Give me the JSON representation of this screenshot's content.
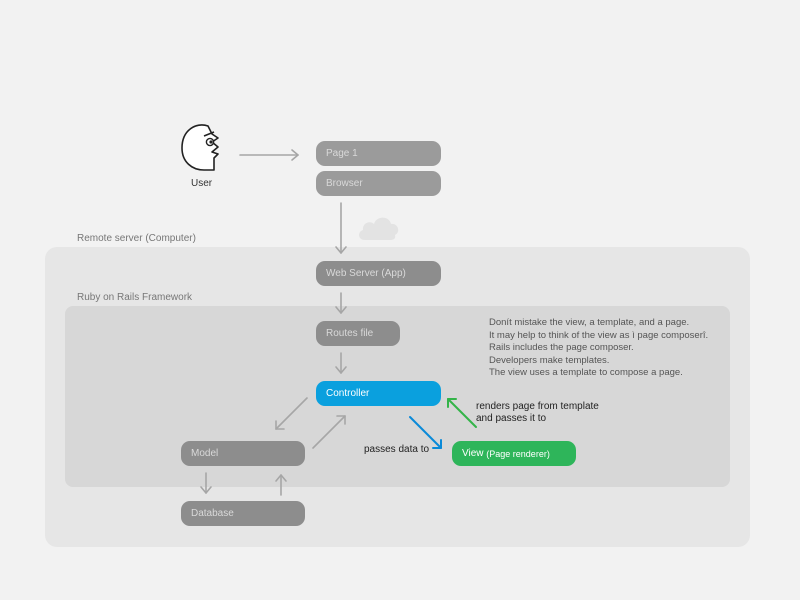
{
  "user": {
    "label": "User"
  },
  "regions": {
    "remote_server": "Remote server (Computer)",
    "rails_framework": "Ruby on Rails Framework"
  },
  "nodes": {
    "page": "Page 1",
    "browser": "Browser",
    "web_server": "Web Server (App)",
    "routes": "Routes file",
    "controller": "Controller",
    "model": "Model",
    "database": "Database",
    "view_main": "View",
    "view_sub": "(Page renderer)"
  },
  "edges": {
    "passes_data": "passes data to",
    "renders_line1": "renders page from template",
    "renders_line2": "and passes it to"
  },
  "note": [
    "Donít mistake the view, a template, and a page.",
    "It may help to think of the view as ì page composerî.",
    "Rails includes the page composer.",
    "Developers make templates.",
    "The view uses a template to compose a page."
  ],
  "colors": {
    "controller": "#0aa0de",
    "view": "#2eb55a",
    "arrow_gray": "#a6a6a6",
    "arrow_blue": "#0a8ad8",
    "arrow_green": "#34b449"
  }
}
